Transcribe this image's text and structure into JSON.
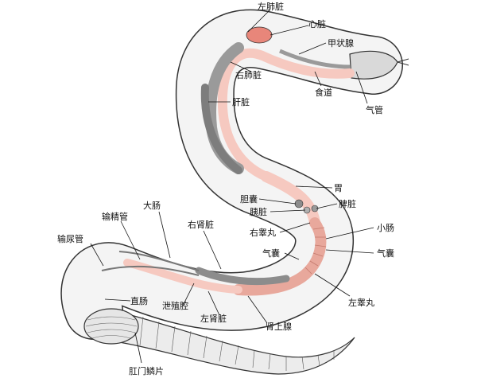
{
  "labels": {
    "left_lung": "左肺脏",
    "heart": "心脏",
    "thyroid": "甲状腺",
    "right_lung": "右肺脏",
    "esophagus": "食道",
    "trachea": "气管",
    "liver": "肝脏",
    "stomach": "胃",
    "gallbladder": "胆囊",
    "pancreas": "胰脏",
    "spleen": "脾脏",
    "right_testis": "右睾丸",
    "small_intestine": "小肠",
    "air_sac_left": "气囊",
    "air_sac_right": "气囊",
    "large_intestine": "大肠",
    "vas_deferens": "输精管",
    "right_kidney": "右肾脏",
    "ureter": "输尿管",
    "rectum": "直肠",
    "cloaca": "泄殖腔",
    "left_kidney": "左肾脏",
    "adrenal": "肾上腺",
    "left_testis": "左睾丸",
    "anal_scale": "肛门鳞片"
  },
  "colors": {
    "outline": "#333333",
    "body_fill": "#f4f4f4",
    "digestive_pink": "#f6c9c0",
    "lung_grey": "#9a9a9a",
    "liver_dark": "#7d7d7d",
    "heart_red": "#e8867a",
    "kidney_grey": "#8c8c8c",
    "scales_light": "#e6e6e6"
  }
}
